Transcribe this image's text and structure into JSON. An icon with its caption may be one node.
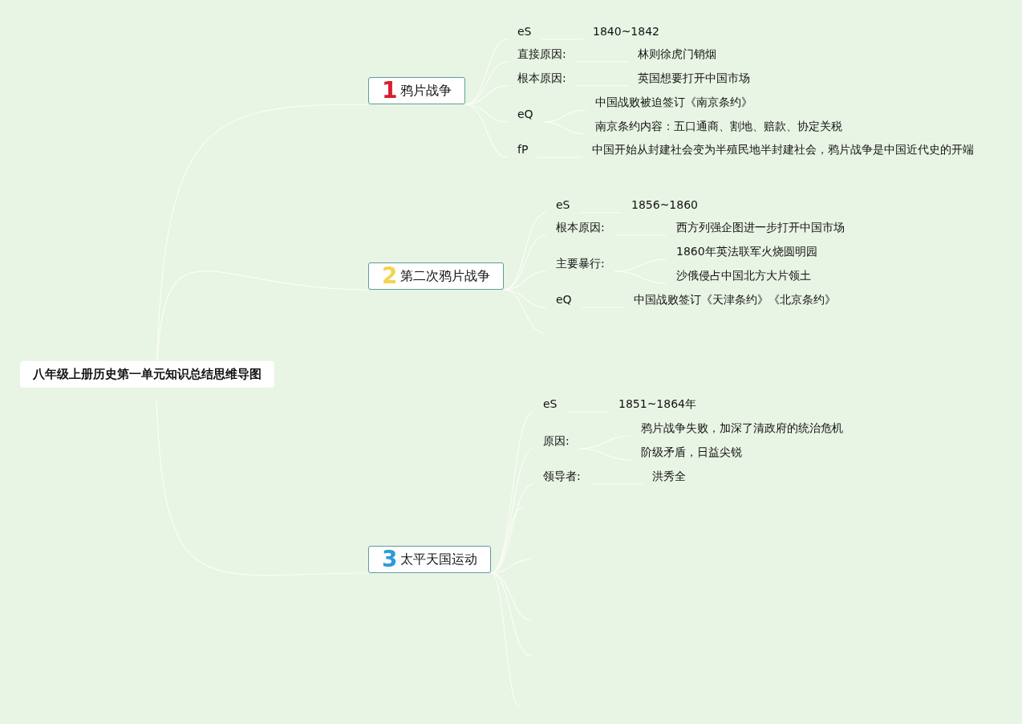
{
  "diagram": {
    "nodes": [
      {
        "text": [
          "八年级上册历史第一单元知识总结思维导图"
        ]
      },
      {
        "text": [
          "1",
          "鸦片战争"
        ]
      },
      {
        "text": [
          "eS"
        ]
      },
      {
        "text": [
          "1840~1842"
        ]
      },
      {
        "text": [
          "直接原因:"
        ]
      },
      {
        "text": [
          "林则徐虎门销烟"
        ]
      },
      {
        "text": [
          "根本原因:"
        ]
      },
      {
        "text": [
          "英国想要打开中国市场"
        ]
      },
      {
        "text": [
          "eQ"
        ]
      },
      {
        "text": [
          "中国战败被迫签订《南京条约》"
        ]
      },
      {
        "text": [
          "南京条约内容：五口通商、割地、赔款、协定关税"
        ]
      },
      {
        "text": [
          "fP"
        ]
      },
      {
        "text": [
          "中国开始从封建社会变为半殖民地半封建社会，鸦片战争是中国近代史的开端"
        ]
      },
      {
        "text": [
          "2",
          "第二次鸦片战争"
        ]
      },
      {
        "text": [
          "eS"
        ]
      },
      {
        "text": [
          "1856~1860"
        ]
      },
      {
        "text": [
          "根本原因:"
        ]
      },
      {
        "text": [
          "西方列强企图进一步打开中国市场"
        ]
      },
      {
        "text": [
          "主要暴行:"
        ]
      },
      {
        "text": [
          "1860年英法联军火烧圆明园"
        ]
      },
      {
        "text": [
          "沙俄侵占中国北方大片领土"
        ]
      },
      {
        "text": [
          "eQ"
        ]
      },
      {
        "text": [
          "中国战败签订《天津条约》《北京条约》"
        ]
      },
      {
        "text": [
          "3",
          "太平天国运动"
        ]
      },
      {
        "text": [
          "eS"
        ]
      },
      {
        "text": [
          "1851~1864年"
        ]
      },
      {
        "text": [
          "原因:"
        ]
      },
      {
        "text": [
          "鸦片战争失败，加深了清政府的统治危机"
        ]
      },
      {
        "text": [
          "阶级矛盾，日益尖锐"
        ]
      },
      {
        "text": [
          "领导者:"
        ]
      },
      {
        "text": [
          "洪秀全"
        ]
      }
    ],
    "edges": [
      {
        "from": 0,
        "to": 1,
        "arrow": "none"
      },
      {
        "from": 0,
        "to": 13,
        "arrow": "none"
      },
      {
        "from": 0,
        "to": 23,
        "arrow": "none"
      },
      {
        "from": 1,
        "to": 2,
        "arrow": "none"
      },
      {
        "from": 1,
        "to": 4,
        "arrow": "none"
      },
      {
        "from": 1,
        "to": 6,
        "arrow": "none"
      },
      {
        "from": 1,
        "to": 8,
        "arrow": "none"
      },
      {
        "from": 1,
        "to": 11,
        "arrow": "none"
      },
      {
        "from": 2,
        "to": 3,
        "arrow": "none"
      },
      {
        "from": 4,
        "to": 5,
        "arrow": "none"
      },
      {
        "from": 6,
        "to": 7,
        "arrow": "none"
      },
      {
        "from": 8,
        "to": 9,
        "arrow": "none"
      },
      {
        "from": 8,
        "to": 10,
        "arrow": "none"
      },
      {
        "from": 11,
        "to": 12,
        "arrow": "none"
      },
      {
        "from": 13,
        "to": 14,
        "arrow": "none"
      },
      {
        "from": 13,
        "to": 16,
        "arrow": "none"
      },
      {
        "from": 13,
        "to": 18,
        "arrow": "none"
      },
      {
        "from": 13,
        "to": 21,
        "arrow": "none"
      },
      {
        "from": 13,
        "to": null,
        "arrow": "none"
      },
      {
        "from": 14,
        "to": 15,
        "arrow": "none"
      },
      {
        "from": 16,
        "to": 17,
        "arrow": "none"
      },
      {
        "from": 18,
        "to": 19,
        "arrow": "none"
      },
      {
        "from": 18,
        "to": 20,
        "arrow": "none"
      },
      {
        "from": 21,
        "to": 22,
        "arrow": "none"
      },
      {
        "from": 23,
        "to": 24,
        "arrow": "none"
      },
      {
        "from": 23,
        "to": 26,
        "arrow": "none"
      },
      {
        "from": 23,
        "to": 29,
        "arrow": "none"
      },
      {
        "from": 23,
        "to": null,
        "arrow": "none"
      },
      {
        "from": 23,
        "to": null,
        "arrow": "none"
      },
      {
        "from": 23,
        "to": null,
        "arrow": "none"
      },
      {
        "from": 23,
        "to": null,
        "arrow": "none"
      },
      {
        "from": 23,
        "to": null,
        "arrow": "none"
      },
      {
        "from": 24,
        "to": 25,
        "arrow": "none"
      },
      {
        "from": 26,
        "to": 27,
        "arrow": "none"
      },
      {
        "from": 26,
        "to": 28,
        "arrow": "none"
      },
      {
        "from": 29,
        "to": 30,
        "arrow": "none"
      }
    ]
  }
}
